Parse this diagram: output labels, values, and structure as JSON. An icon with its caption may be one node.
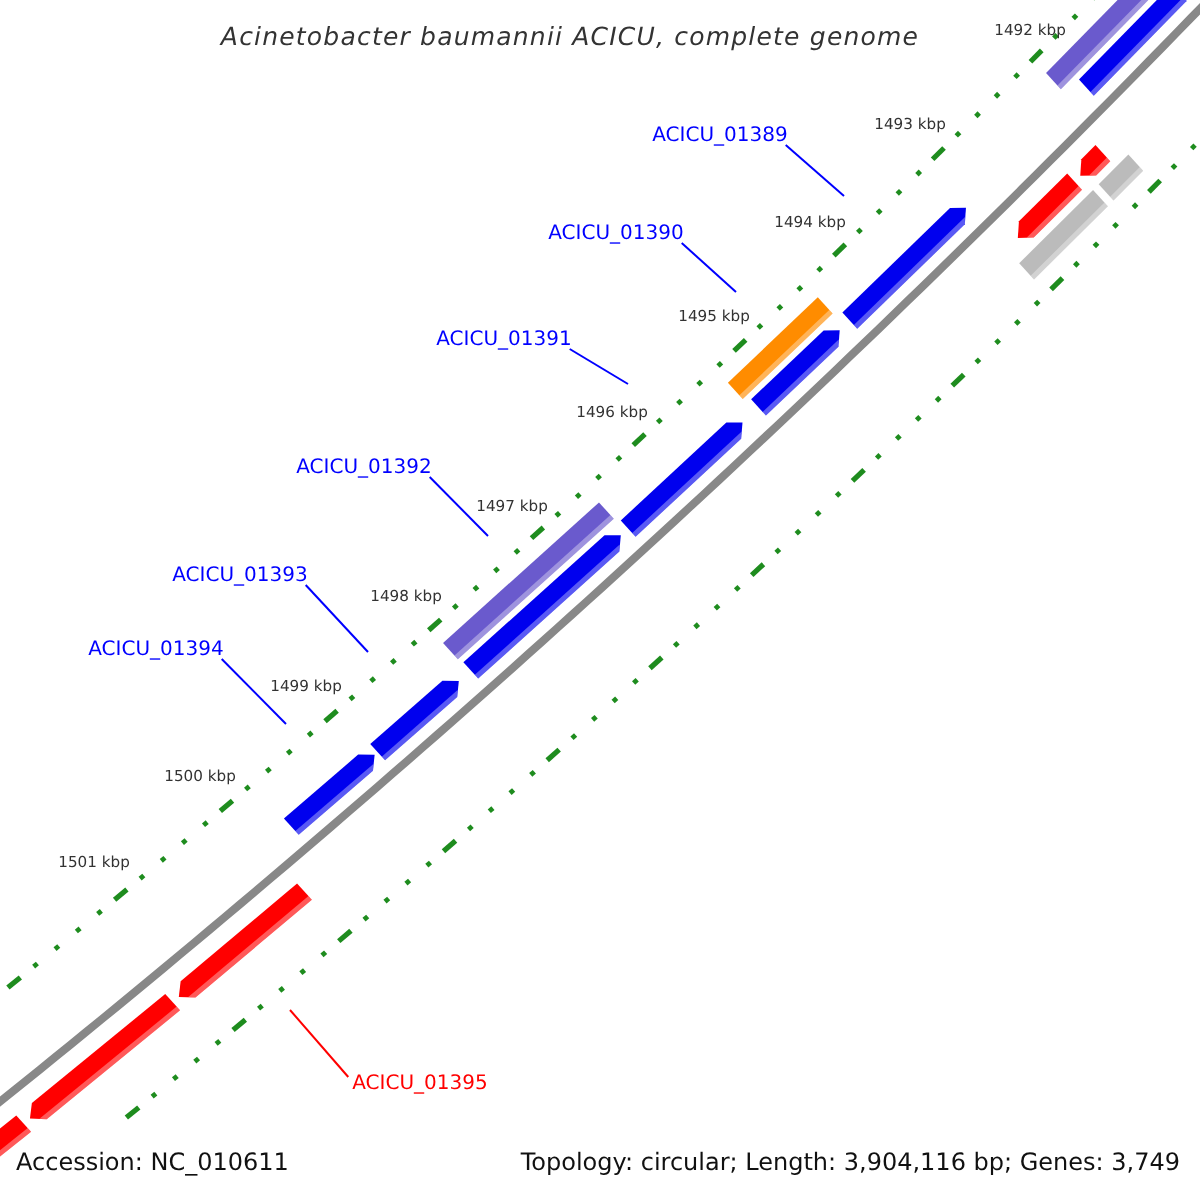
{
  "diagram": {
    "title": "Acinetobacter baumannii ACICU, complete genome",
    "nodes": [
      {
        "text": [
          "ACICU_01389"
        ]
      },
      {
        "text": [
          "ACICU_01390"
        ]
      },
      {
        "text": [
          "ACICU_01391"
        ]
      },
      {
        "text": [
          "ACICU_01392"
        ]
      },
      {
        "text": [
          "ACICU_01393"
        ]
      },
      {
        "text": [
          "ACICU_01394"
        ]
      },
      {
        "text": [
          "ACICU_01395"
        ]
      }
    ],
    "edges": [
      {
        "from": 0,
        "to": null,
        "arrow": "none"
      },
      {
        "from": 1,
        "to": null,
        "arrow": "none"
      },
      {
        "from": 2,
        "to": null,
        "arrow": "none"
      },
      {
        "from": 3,
        "to": null,
        "arrow": "none"
      },
      {
        "from": 4,
        "to": null,
        "arrow": "none"
      },
      {
        "from": 5,
        "to": null,
        "arrow": "none"
      },
      {
        "from": 6,
        "to": null,
        "arrow": "none",
        "color": "#ff0000"
      }
    ],
    "labels": [
      "1492 kbp",
      "1493 kbp",
      "1494 kbp",
      "1495 kbp",
      "1496 kbp",
      "1497 kbp",
      "1498 kbp",
      "1499 kbp",
      "1500 kbp",
      "1501 kbp",
      "Accession: NC_010611",
      "Topology: circular; Length: 3,904,116 bp; Genes: 3,749"
    ]
  }
}
